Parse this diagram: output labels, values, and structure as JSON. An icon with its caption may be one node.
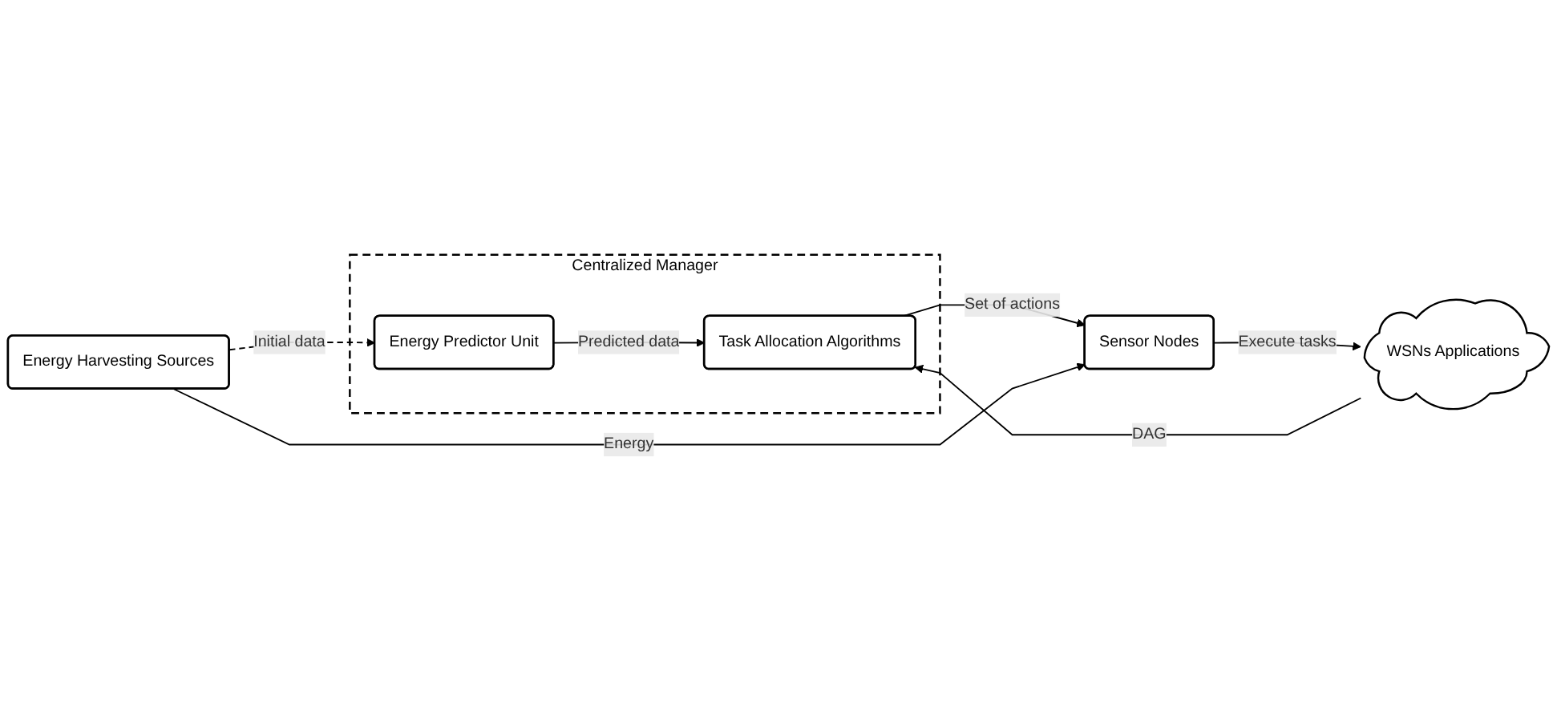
{
  "diagram": {
    "nodes": [
      {
        "text": [
          "Centralized Manager"
        ]
      },
      {
        "text": [
          "Energy Predictor Unit"
        ],
        "in": 0
      },
      {
        "text": [
          "Task Allocation Algorithms"
        ],
        "in": 0
      },
      {
        "text": [
          "WSNs Applications"
        ]
      },
      {
        "text": [
          "Energy Harvesting Sources"
        ]
      },
      {
        "text": [
          "Sensor Nodes"
        ]
      }
    ],
    "edges": [
      {
        "from": 1,
        "to": 2,
        "arrow": "to",
        "label": "Predicted data"
      },
      {
        "from": 3,
        "to": 2,
        "arrow": "to",
        "label": "DAG"
      },
      {
        "from": 4,
        "to": 1,
        "arrow": "to",
        "label": "Initial data",
        "style": "dashed"
      },
      {
        "from": 2,
        "to": 5,
        "arrow": "to",
        "label": "Set of actions"
      },
      {
        "from": 4,
        "to": 5,
        "arrow": "to",
        "label": "Energy"
      },
      {
        "from": 5,
        "to": 3,
        "arrow": "to",
        "label": "Execute tasks"
      }
    ]
  }
}
